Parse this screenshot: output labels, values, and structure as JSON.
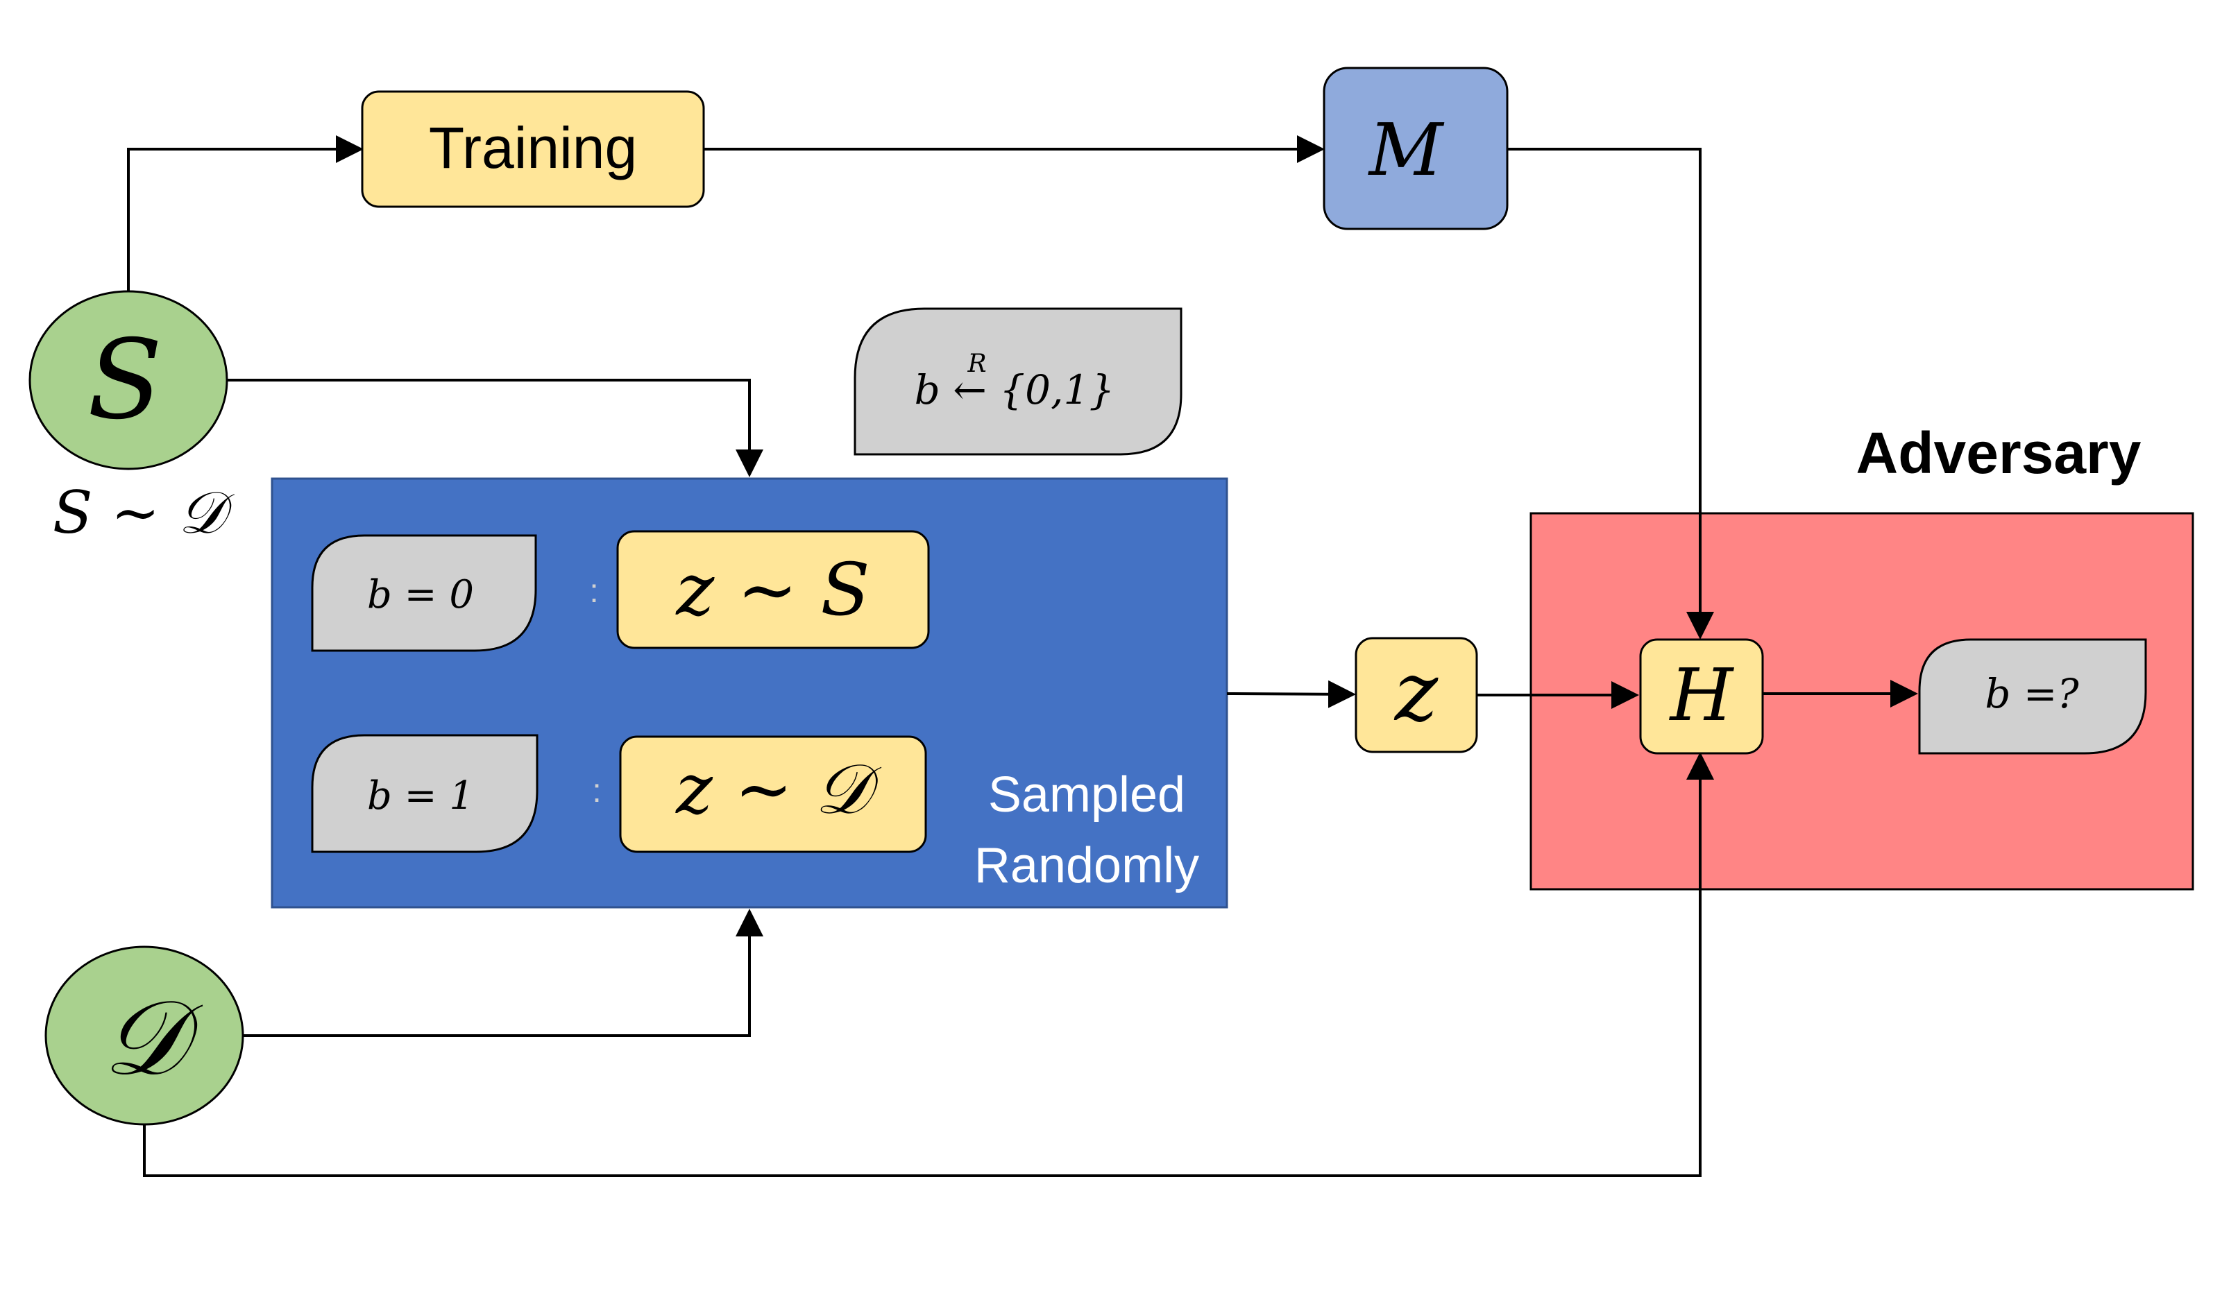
{
  "training": {
    "label": "Training"
  },
  "model": {
    "label": "M"
  },
  "dataset_s": {
    "label": "S",
    "caption": "S ∼ 𝒟"
  },
  "distribution": {
    "label": "𝒟"
  },
  "random_bit": {
    "label": "b ← {0,1}",
    "arrow_mark": "R"
  },
  "sampler": {
    "label_line1": "Sampled",
    "label_line2": "Randomly",
    "case0": {
      "condition": "b = 0",
      "separator": ":",
      "rule": "z ∼ S"
    },
    "case1": {
      "condition": "b = 1",
      "separator": ":",
      "rule": "z ∼ 𝒟"
    }
  },
  "sample_z": {
    "label": "z"
  },
  "adversary": {
    "title": "Adversary",
    "hypothesis": {
      "label": "H"
    },
    "guess": {
      "label": "b =?"
    }
  },
  "colors": {
    "yellow": "#FFE699",
    "blue_light": "#8FAADC",
    "green": "#A9D18E",
    "blue_dark": "#4472C4",
    "gray": "#D0D0D0",
    "red": "#FF8585"
  }
}
